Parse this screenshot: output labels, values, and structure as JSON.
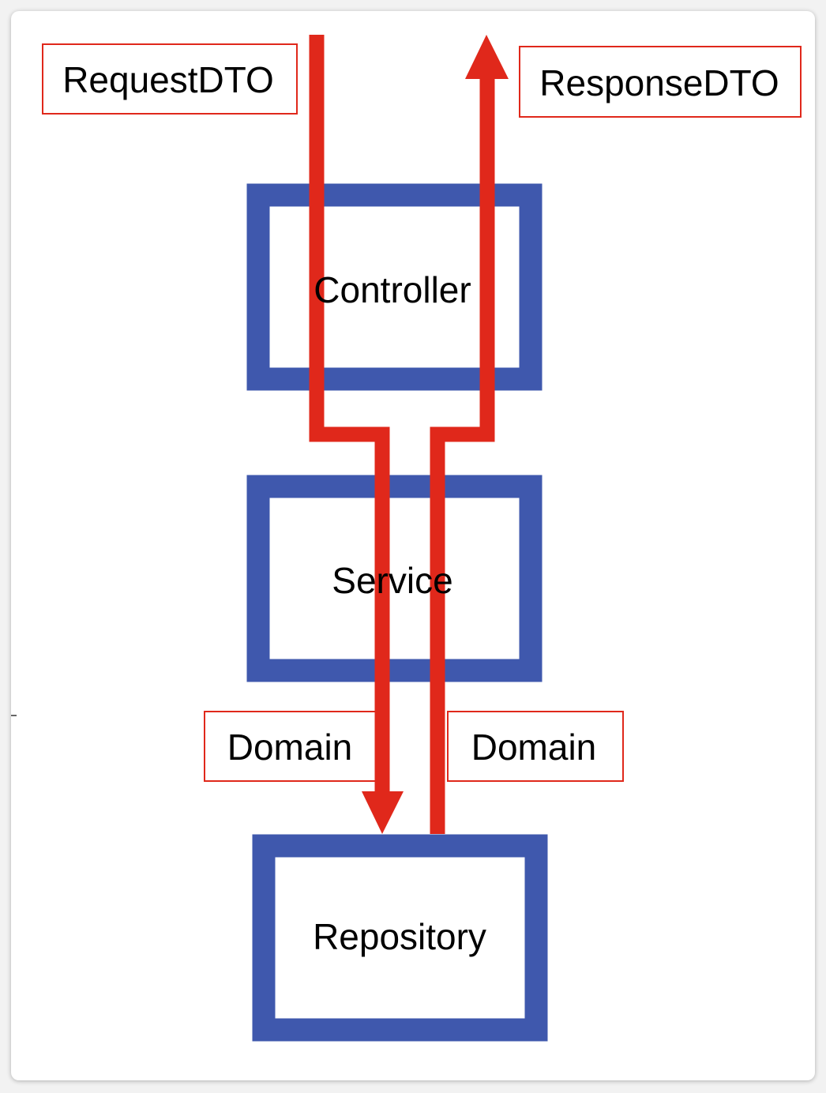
{
  "labels": {
    "request": "RequestDTO",
    "response": "ResponseDTO",
    "domain_left": "Domain",
    "domain_right": "Domain"
  },
  "layers": {
    "controller": "Controller",
    "service": "Service",
    "repository": "Repository"
  },
  "colors": {
    "layer_border": "#3f58ad",
    "flow_arrow": "#e0281b",
    "label_border": "#e0281b",
    "text": "#000000",
    "background": "#ffffff"
  }
}
